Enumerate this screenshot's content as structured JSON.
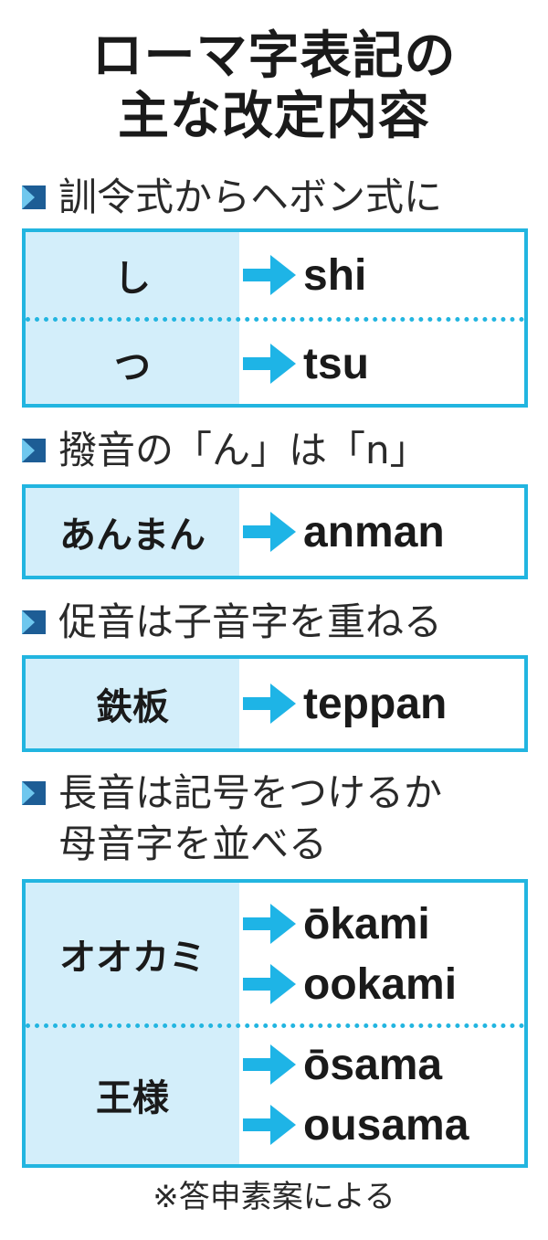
{
  "title": {
    "line1": "ローマ字表記の",
    "line2": "主な改定内容"
  },
  "colors": {
    "accent": "#22b5e0",
    "fill": "#d3eefa",
    "mark": "#1d5d95"
  },
  "sections": [
    {
      "heading": "訓令式からヘボン式に",
      "groups": [
        {
          "kana": "し",
          "romaji": [
            "shi"
          ]
        },
        {
          "kana": "つ",
          "romaji": [
            "tsu"
          ]
        }
      ]
    },
    {
      "heading": "撥音の「ん」は「n」",
      "groups": [
        {
          "kana": "あんまん",
          "romaji": [
            "anman"
          ]
        }
      ]
    },
    {
      "heading": "促音は子音字を重ねる",
      "groups": [
        {
          "kana": "鉄板",
          "romaji": [
            "teppan"
          ]
        }
      ]
    },
    {
      "heading": [
        "長音は記号をつけるか",
        "母音字を並べる"
      ],
      "groups": [
        {
          "kana": "オオカミ",
          "romaji": [
            "ōkami",
            "ookami"
          ]
        },
        {
          "kana": "王様",
          "romaji": [
            "ōsama",
            "ousama"
          ]
        }
      ]
    }
  ],
  "footnote": "※答申素案による"
}
